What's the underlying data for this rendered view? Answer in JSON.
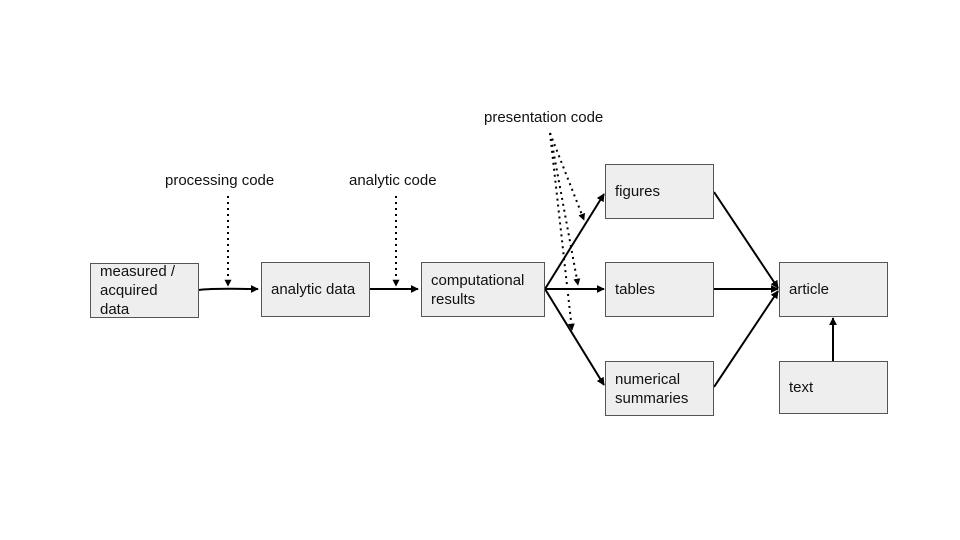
{
  "nodes": {
    "measured": "measured / acquired data",
    "analytic_data": "analytic data",
    "computational_results": "computational results",
    "figures": "figures",
    "tables": "tables",
    "numerical_summaries": "numerical summaries",
    "article": "article",
    "text": "text"
  },
  "code_labels": {
    "processing": "processing code",
    "analytic": "analytic code",
    "presentation": "presentation code"
  },
  "colors": {
    "box_fill": "#eeeeee",
    "box_border": "#555555",
    "arrow": "#000000"
  }
}
